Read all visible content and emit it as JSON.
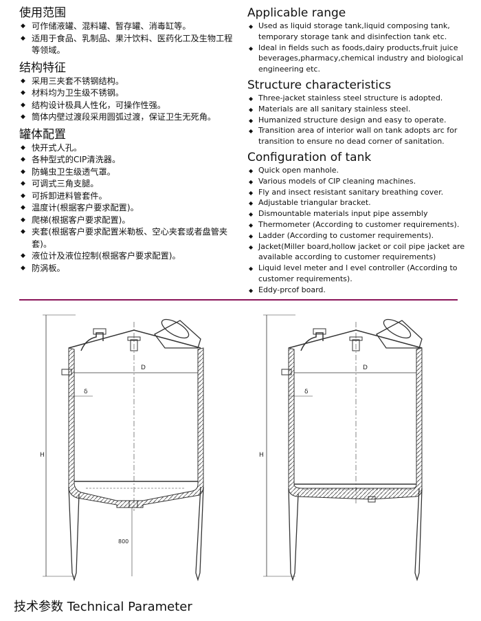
{
  "cn": {
    "range_title": "使用范围",
    "range_items": [
      "可作储液罐、混料罐、暂存罐、消毒缸等。",
      "适用于食品、乳制品、果汁饮料、医药化工及生物工程等领域。"
    ],
    "struct_title": "结构特征",
    "struct_items": [
      "采用三夹套不锈钢结构。",
      "材料均为卫生级不锈钢。",
      "结构设计极具人性化，可操作性强。",
      "筒体内壁过渡段采用圆弧过渡，保证卫生无死角。"
    ],
    "config_title": "罐体配置",
    "config_items": [
      "快开式人孔。",
      "各种型式的CIP清洗器。",
      "防蝇虫卫生级透气罩。",
      "可调式三角支腿。",
      "可拆卸进料管套件。",
      "温度计(根据客户要求配置)。",
      "爬梯(根据客户要求配置)。",
      "夹套(根据客户要求配置米勒板、空心夹套或者盘管夹套)。",
      "液位计及液位控制(根据客户要求配置)。",
      "防涡板。"
    ]
  },
  "en": {
    "range_title": "Applicable range",
    "range_items": [
      "Used as liquid storage tank,liquid composing tank, temporary storage tank and disinfection tank etc.",
      "Ideal in fields such as foods,dairy products,fruit juice beverages,pharmacy,chemical industry and biological engineering etc."
    ],
    "struct_title": "Structure characteristics",
    "struct_items": [
      "Three-jacket stainless steel structure is adopted.",
      "Materials are all sanitary stainless steel.",
      "Humanized structure design and easy to operate.",
      "Transition area of interior wall on tank adopts arc for transition to ensure no dead corner of sanitation."
    ],
    "config_title": "Configuration of tank",
    "config_items": [
      "Quick open manhole.",
      "Various models of CIP cleaning machines.",
      "Fly and insect resistant sanitary breathing cover.",
      "Adjustable triangular bracket.",
      "Dismountable materials input pipe assembly",
      "Thermometer (According to customer requirements).",
      "Ladder (According to customer requirements).",
      "Jacket(Miller board,hollow jacket or coil pipe jacket are available according to customer requirements)",
      "Liquid level meter and l evel controller (According to customer requirements).",
      "Eddy-prcof board."
    ]
  },
  "drawing": {
    "dim_D": "D",
    "dim_delta": "δ",
    "dim_H": "H",
    "dim_800": "800"
  },
  "tech_title": "技术参数 Technical Parameter"
}
